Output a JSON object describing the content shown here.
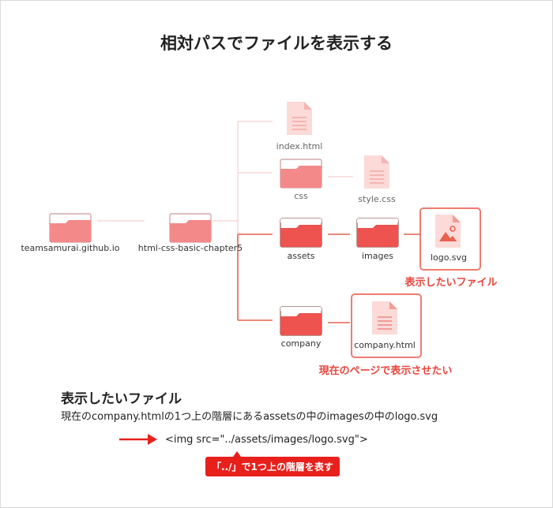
{
  "title": "相対パスでファイルを表示する",
  "nodes": {
    "root": "teamsamurai.github.io",
    "project": "html-css-basic-chapter5",
    "index": "index.html",
    "css": "css",
    "style": "style.css",
    "assets": "assets",
    "images": "images",
    "logo": "logo.svg",
    "company": "company",
    "company_html": "company.html"
  },
  "notes": {
    "target_file": "表示したいファイル",
    "current_page": "現在のページで表示させたい"
  },
  "explanation": {
    "heading": "表示したいファイル",
    "description": "現在のcompany.htmlの1つ上の階層にあるassetsの中のimagesの中のlogo.svg",
    "code": "<img src=\"../assets/images/logo.svg\">",
    "badge": "「../」で1つ上の階層を表す"
  },
  "icons": {
    "folder": "folder-icon",
    "file": "document-icon",
    "image_file": "image-file-icon",
    "arrow": "arrow-right-icon"
  },
  "colors": {
    "accent": "#e8453c",
    "folder_active": "#ef5350",
    "folder_light": "#f3a3a3",
    "badge": "#e8201c"
  }
}
